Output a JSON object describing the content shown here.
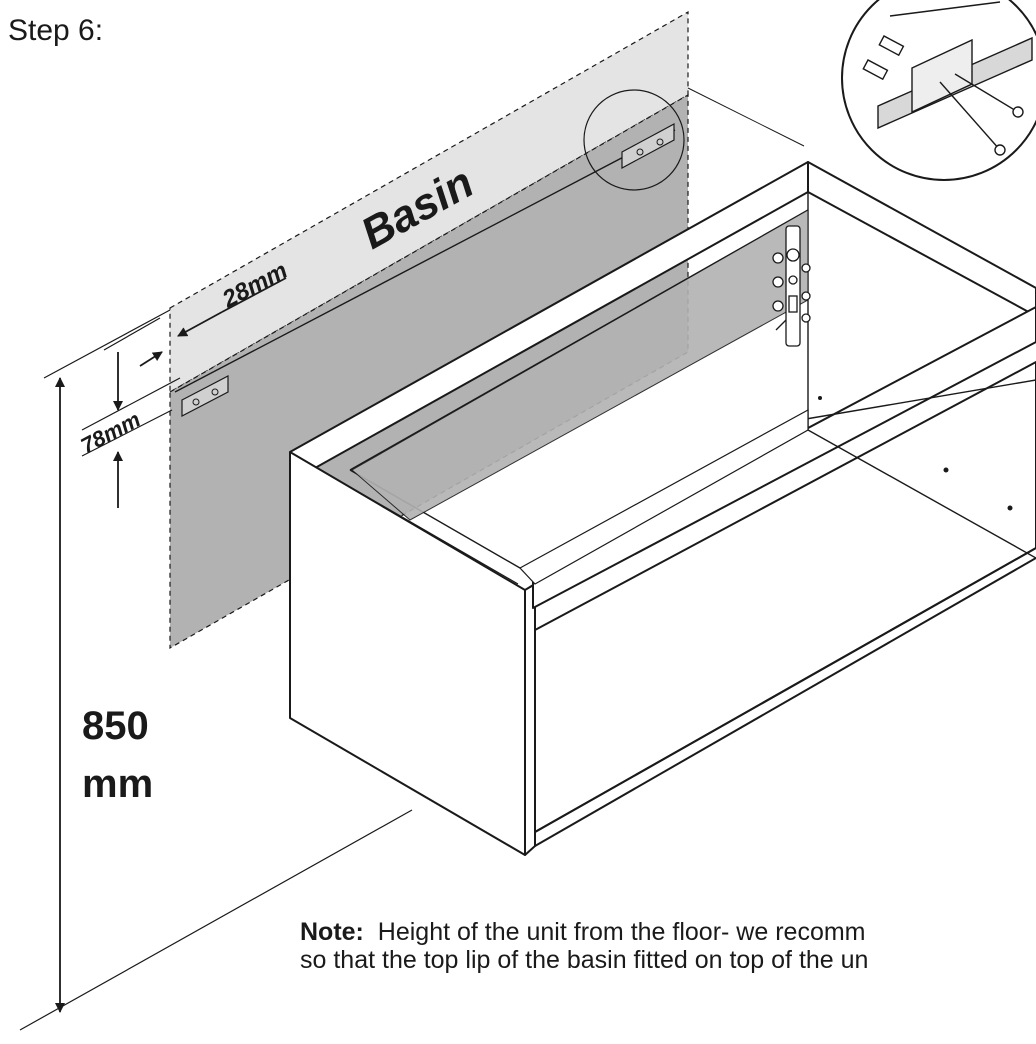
{
  "step": {
    "title": "Step 6:"
  },
  "labels": {
    "basin": "Basin",
    "offset_side": "28mm",
    "offset_top": "78mm",
    "height_value": "850",
    "height_unit": "mm"
  },
  "note": {
    "prefix": "Note:",
    "line1": "Height of the unit from the floor- we recomm",
    "line2": "so that the top lip of the basin fitted on top of the un"
  },
  "icons": {
    "detail": "wall-fixing-detail-icon",
    "rail": "hanging-rail-icon",
    "bracket": "cabinet-hanging-bracket-icon"
  },
  "colors": {
    "line": "#1a1a1a",
    "panel_light": "#e4e4e4",
    "panel_dark": "#b2b2b2",
    "background": "#ffffff"
  }
}
